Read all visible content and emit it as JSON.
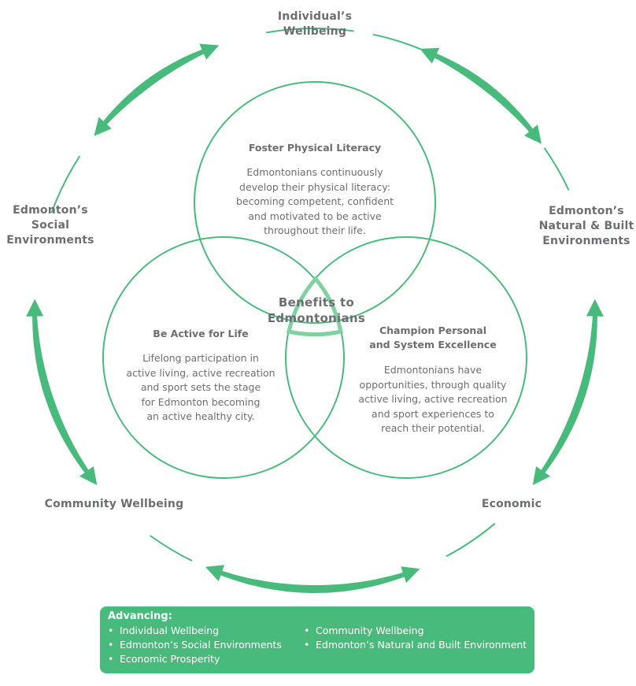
{
  "colors": {
    "accent": "#48bb7c",
    "text": "#6d6e71",
    "box_text": "#ffffff"
  },
  "outer_labels": {
    "top": [
      "Individual’s",
      "Wellbeing"
    ],
    "left": [
      "Edmonton’s",
      "Social",
      "Environments"
    ],
    "right": [
      "Edmonton’s",
      "Natural & Built",
      "Environments"
    ],
    "bottom_left": "Community Wellbeing",
    "bottom_right": "Economic"
  },
  "center": {
    "line1": "Benefits to",
    "line2": "Edmontonians"
  },
  "circles": {
    "top": {
      "title": "Foster Physical Literacy",
      "body": [
        "Edmontonians continuously",
        "develop their physical literacy:",
        "becoming competent, confident",
        "and motivated to be active",
        "throughout their life."
      ]
    },
    "left": {
      "title": "Be Active for Life",
      "body": [
        "Lifelong participation in",
        "active living, active recreation",
        "and sport sets the stage",
        "for Edmonton becoming",
        "an active healthy city."
      ]
    },
    "right": {
      "title_lines": [
        "Champion Personal",
        "and System Excellence"
      ],
      "body": [
        "Edmontonians have",
        "opportunities, through quality",
        "active living, active recreation",
        "and sport experiences to",
        "reach their potential."
      ]
    }
  },
  "advancing": {
    "heading": "Advancing:",
    "col1": [
      "Individual Wellbeing",
      "Edmonton’s Social Environments",
      "Economic Prosperity"
    ],
    "col2": [
      "Community Wellbeing",
      "Edmonton’s Natural and Built Environment"
    ]
  }
}
